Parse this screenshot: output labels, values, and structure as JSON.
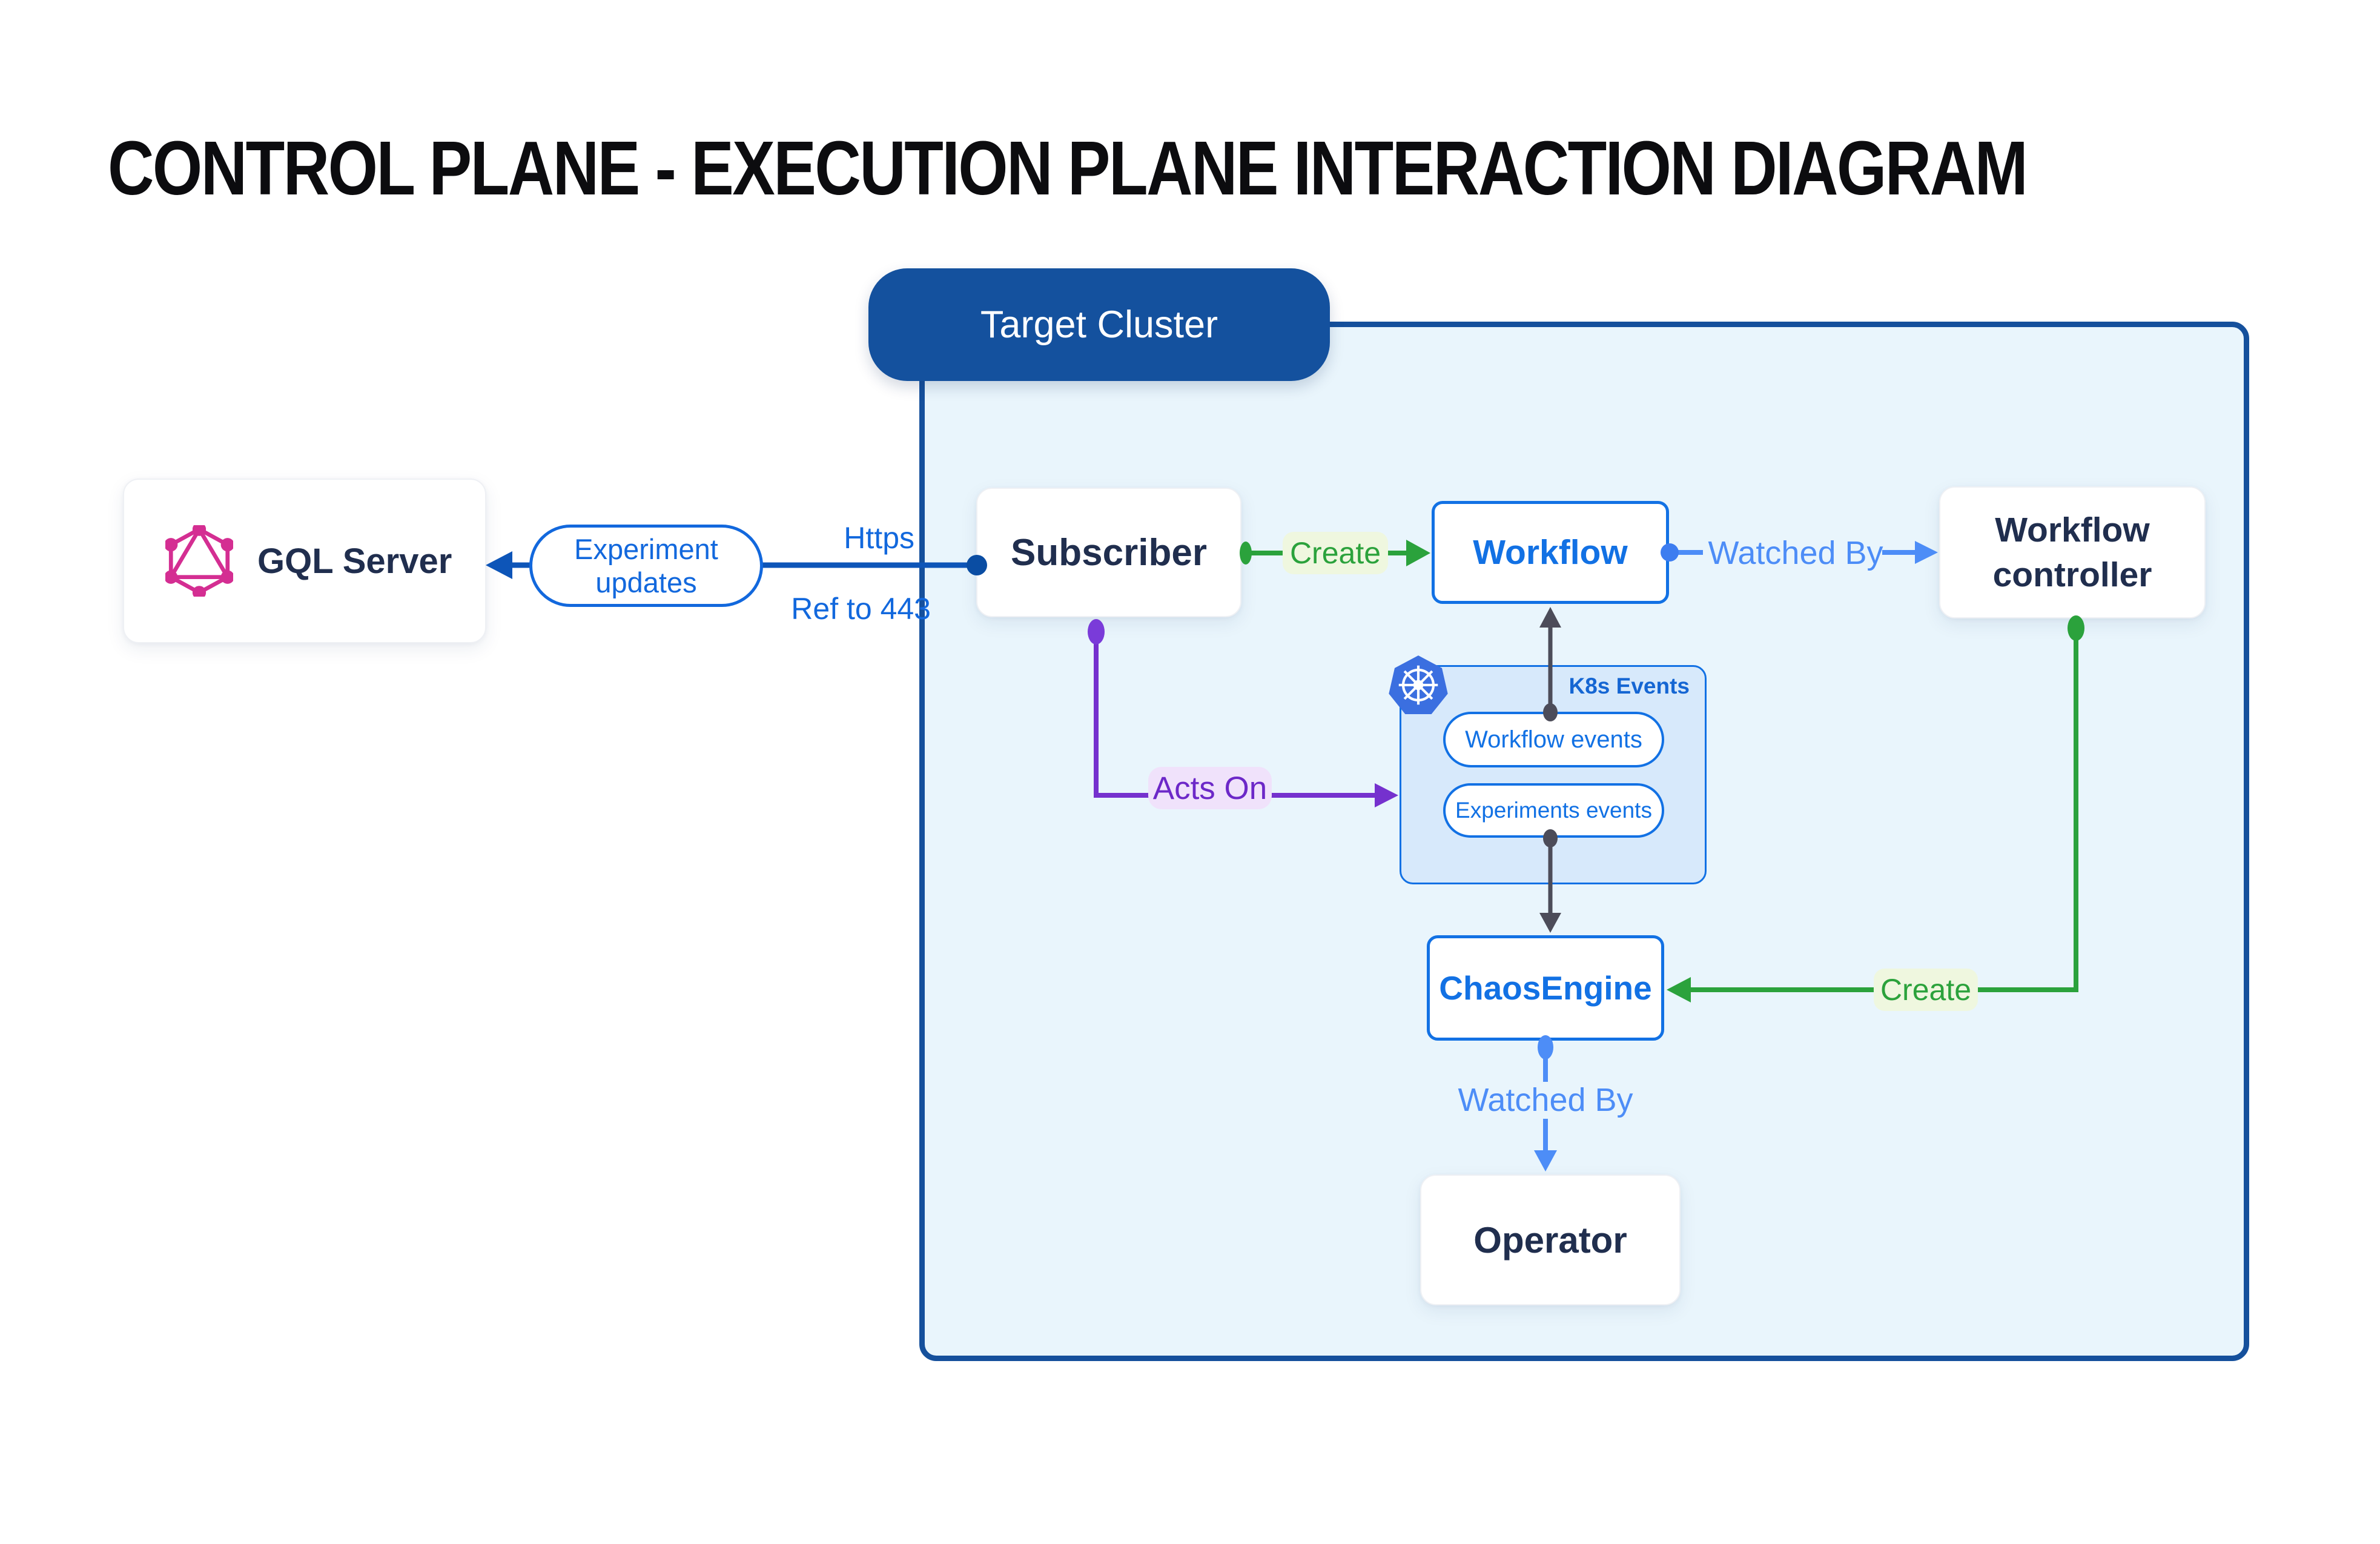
{
  "title": "CONTROL PLANE - EXECUTION PLANE INTERACTION DIAGRAM",
  "cluster": {
    "label": "Target Cluster"
  },
  "nodes": {
    "gql_server": "GQL Server",
    "subscriber": "Subscriber",
    "workflow": "Workflow",
    "workflow_controller": "Workflow controller",
    "chaos_engine": "ChaosEngine",
    "operator": "Operator"
  },
  "k8s_events": {
    "label": "K8s Events",
    "pills": [
      "Workflow events",
      "Experiments events"
    ]
  },
  "edges": {
    "experiment_updates": "Experiment updates",
    "https": "Https",
    "ref_to_443": "Ref to 443",
    "create_workflow": "Create",
    "watched_by_workflow": "Watched By",
    "acts_on": "Acts On",
    "create_chaosengine": "Create",
    "watched_by_operator": "Watched By"
  },
  "icons": {
    "graphql": "graphql-logo",
    "kubernetes": "kubernetes-logo"
  },
  "colors": {
    "accent_blue": "#1271E4",
    "dark_blue": "#14519E",
    "line_blue": "#0D55B8",
    "light_blue": "#4D8DF7",
    "green": "#2BA23C",
    "green_label_bg": "#EFF7DF",
    "purple": "#7531CE",
    "purple_label_bg": "#F0E2FB",
    "navy_text": "#202E4E",
    "cluster_fill": "#E9F5FC",
    "k8s_fill": "#D7E9FB",
    "graphql_pink": "#D42E92",
    "kubernetes_blue": "#3B6FE0",
    "dark_line": "#4C4C59"
  }
}
